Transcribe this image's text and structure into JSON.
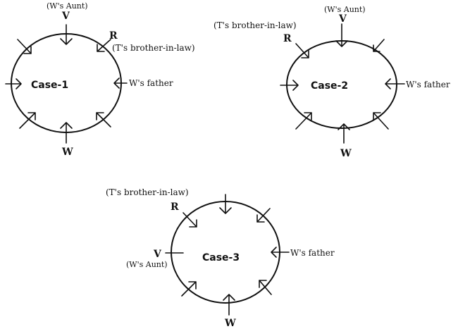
{
  "cases": [
    {
      "label": "Case-1",
      "persons": {
        "v": "V",
        "v_relation": "(W's Aunt)",
        "r": "R",
        "r_relation": "(T's brother-in-law)",
        "father": "W's father",
        "w": "W"
      }
    },
    {
      "label": "Case-2",
      "persons": {
        "v": "V",
        "v_relation": "(W's Aunt)",
        "r": "R",
        "r_relation": "(T's brother-in-law)",
        "father": "W's father",
        "w": "W"
      }
    },
    {
      "label": "Case-3",
      "persons": {
        "v": "V",
        "v_relation": "(W's Aunt)",
        "r": "R",
        "r_relation": "(T's brother-in-law)",
        "father": "W's father",
        "w": "W"
      }
    }
  ]
}
